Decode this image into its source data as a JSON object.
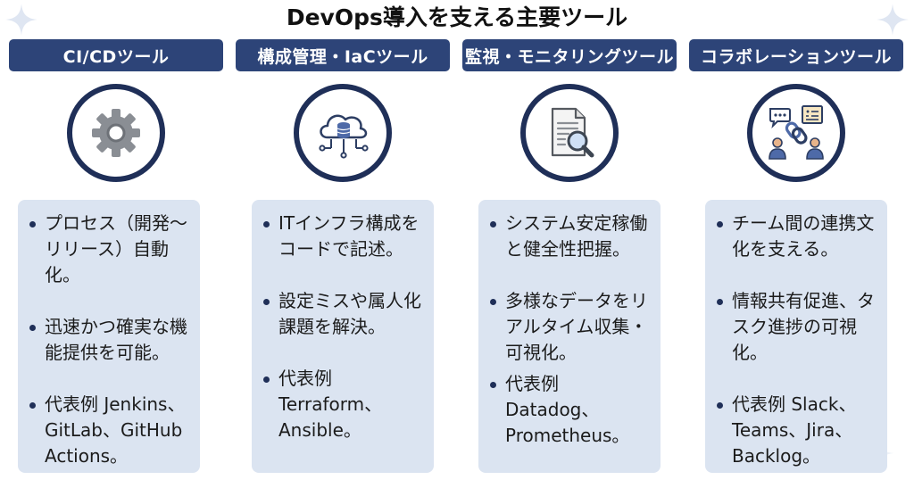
{
  "title": "DevOps導入を支える主要ツール",
  "columns": [
    {
      "header": "CI/CDツール",
      "icon": "gear-icon",
      "bullets": [
        "プロセス（開発〜リリース）自動化。",
        "迅速かつ確実な機能提供を可能。",
        "代表例 Jenkins、GitLab、GitHub Actions。"
      ]
    },
    {
      "header": "構成管理・IaCツール",
      "icon": "cloud-database-icon",
      "bullets": [
        "ITインフラ構成をコードで記述。",
        "設定ミスや属人化課題を解決。",
        "代表例 Terraform、Ansible。"
      ]
    },
    {
      "header": "監視・モニタリングツール",
      "icon": "document-magnifier-icon",
      "bullets": [
        "システム安定稼働と健全性把握。",
        "多様なデータをリアルタイム収集・可視化。",
        "代表例 Datadog、Prometheus。"
      ]
    },
    {
      "header": "コラボレーションツール",
      "icon": "team-collaboration-icon",
      "bullets": [
        "チーム間の連携文化を支える。",
        "情報共有促進、タスク進捗の可視化。",
        "代表例 Slack、Teams、Jira、Backlog。"
      ]
    }
  ],
  "colors": {
    "header_bg": "#2d4478",
    "icon_ring": "#1f2f58",
    "card_bg": "#dbe4f1",
    "accent": "#5b7fc4"
  }
}
